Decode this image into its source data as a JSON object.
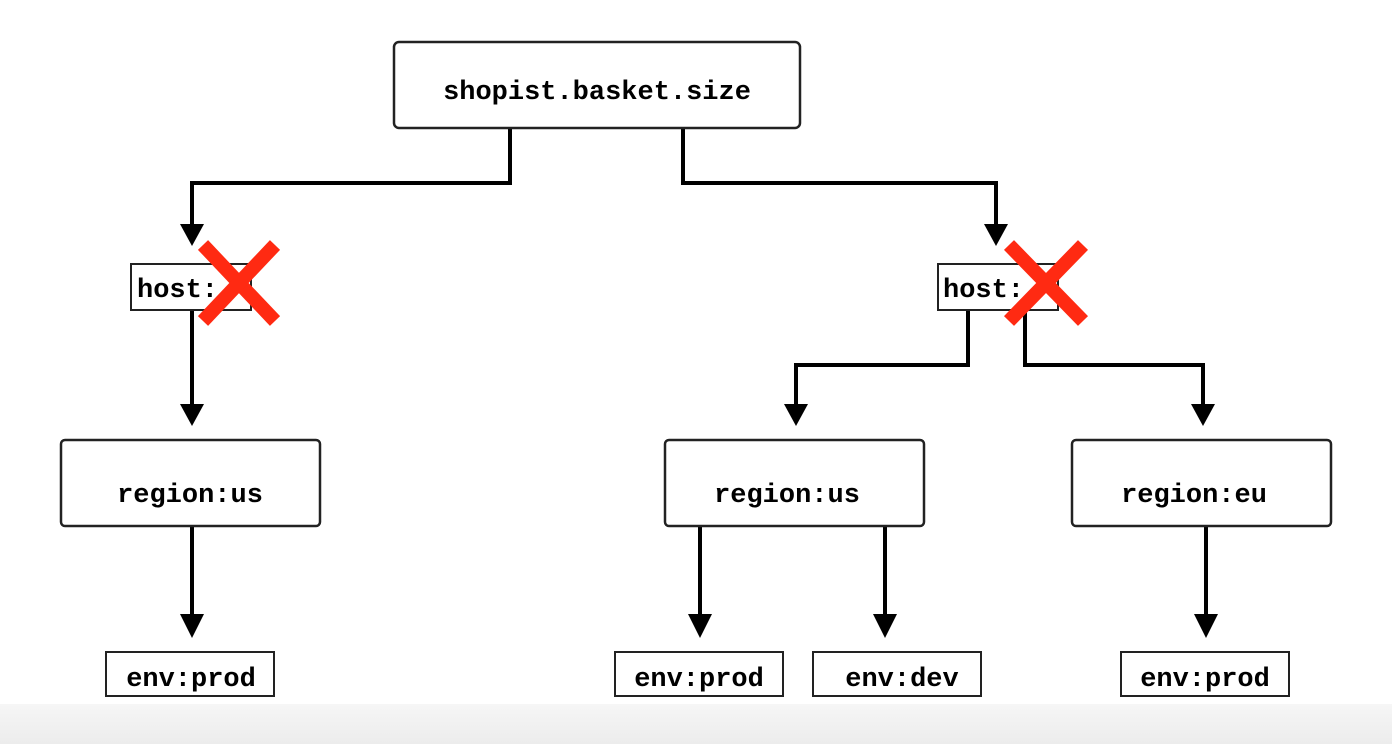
{
  "nodes": {
    "root": "shopist.basket.size",
    "host_left": "host:",
    "host_right": "host:",
    "region_left": "region:us",
    "region_mid": "region:us",
    "region_right": "region:eu",
    "env_left": "env:prod",
    "env_mid_prod": "env:prod",
    "env_mid_dev": "env:dev",
    "env_right": "env:prod"
  },
  "colors": {
    "cross": "#ff2a12",
    "lines": "#000000",
    "box_border": "#222222"
  },
  "marks": {
    "host_left_cross": "x-mark-icon",
    "host_right_cross": "x-mark-icon"
  }
}
